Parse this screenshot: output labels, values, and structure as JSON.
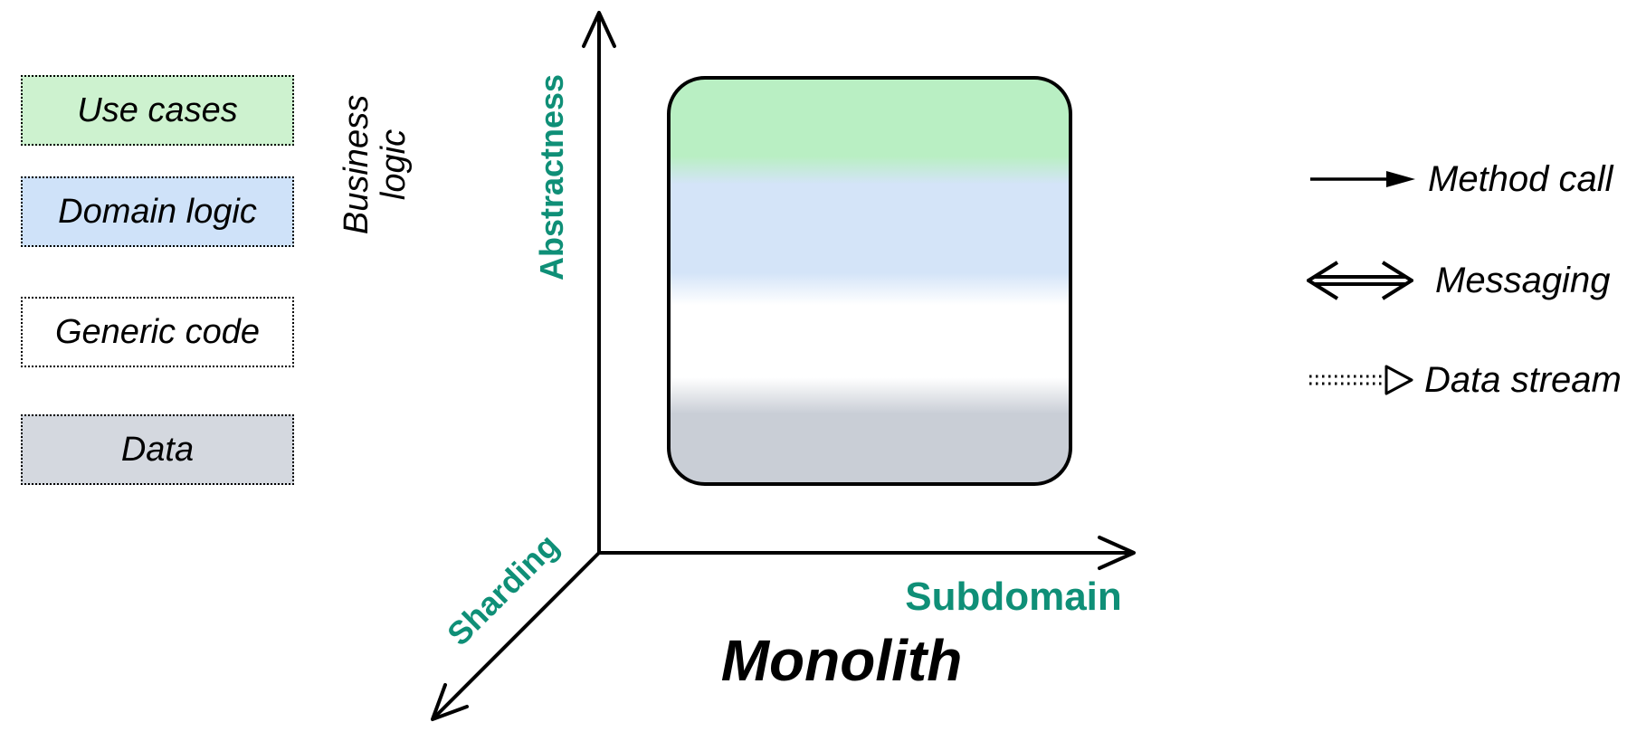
{
  "colors": {
    "teal_axis_label": "#0f8f77",
    "black": "#000000",
    "background": "#ffffff",
    "use_cases_green": "#cdf2cf",
    "domain_logic_blue": "#cfe2f9",
    "generic_code_white": "#ffffff",
    "data_gray": "#d4d8df",
    "monolith_gradient_green": "#b9efc3",
    "monolith_gradient_blue": "#d4e4f8",
    "monolith_gradient_gray": "#c9ced6"
  },
  "layer_legend": {
    "items": [
      {
        "label": "Use cases",
        "fill": "#cdf2cf"
      },
      {
        "label": "Domain logic",
        "fill": "#cfe2f9"
      },
      {
        "label": "Generic code",
        "fill": "#ffffff"
      },
      {
        "label": "Data",
        "fill": "#d4d8df"
      }
    ],
    "group_label_line1": "Business",
    "group_label_line2": "logic"
  },
  "axes": {
    "y_label": "Abstractness",
    "x_label": "Subdomain",
    "z_label": "Sharding"
  },
  "monolith": {
    "label": "Monolith"
  },
  "arrow_legend": {
    "items": [
      {
        "label": "Method call",
        "icon": "solid-line-filled-arrowhead"
      },
      {
        "label": "Messaging",
        "icon": "double-line-open-arrowheads-both-ends"
      },
      {
        "label": "Data stream",
        "icon": "dotted-double-line-open-triangle-arrowhead"
      }
    ]
  }
}
